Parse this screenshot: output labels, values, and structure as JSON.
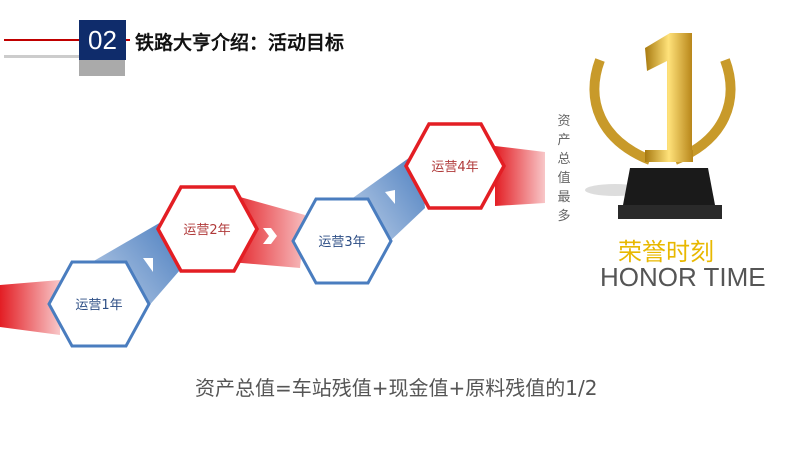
{
  "header": {
    "number": "02",
    "title": "铁路大亨介绍：活动目标"
  },
  "steps": [
    {
      "label": "运营1年",
      "color": "#4a7dbf"
    },
    {
      "label": "运营2年",
      "color": "#e31e24"
    },
    {
      "label": "运营3年",
      "color": "#4a7dbf"
    },
    {
      "label": "运营4年",
      "color": "#e31e24"
    }
  ],
  "side_note": "资产总值最多",
  "honor": {
    "cn": "荣誉时刻",
    "en": "HONOR TIME",
    "trophy_number": "1"
  },
  "formula": "资产总值=车站残值+现金值+原料残值的1/2"
}
